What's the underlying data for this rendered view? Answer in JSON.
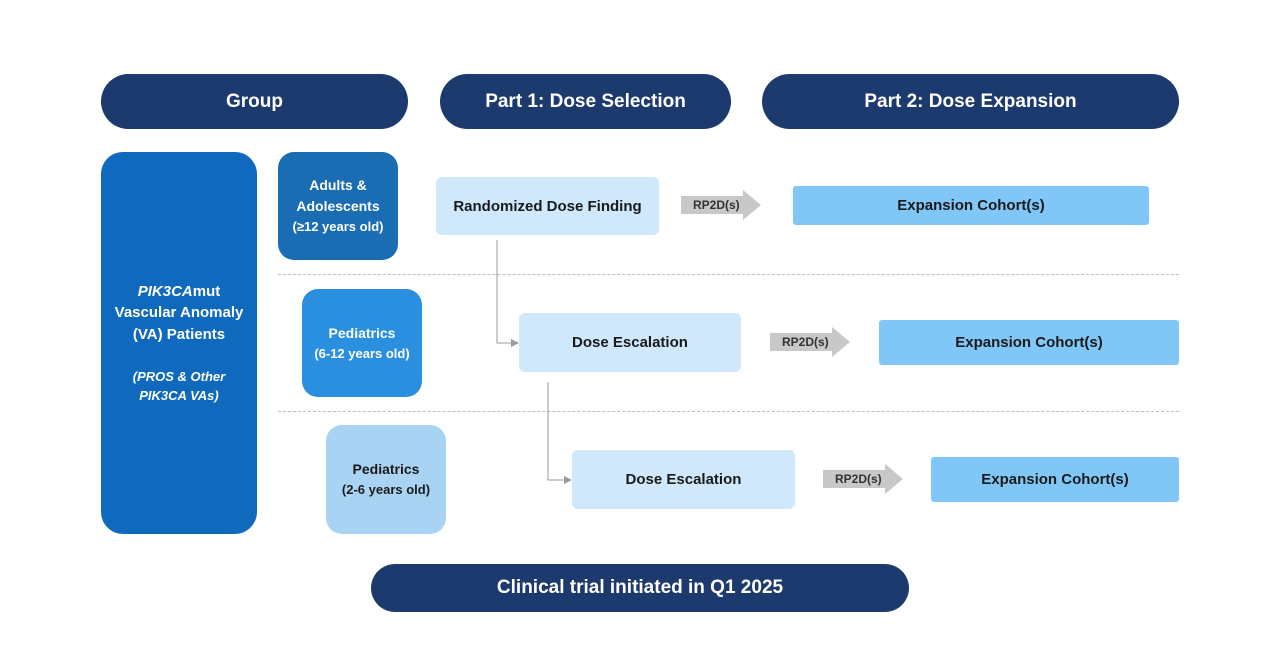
{
  "headers": {
    "group": "Group",
    "part1": "Part 1: Dose Selection",
    "part2": "Part 2: Dose Expansion"
  },
  "patients": {
    "gene_italic": "PIK3CA",
    "gene_suffix": "mut",
    "line2": "Vascular Anomaly",
    "line3": "(VA) Patients",
    "note_line1": "(PROS & Other",
    "note_line2": "PIK3CA VAs)"
  },
  "groups": [
    {
      "line1": "Adults &",
      "line2": "Adolescents",
      "age": "(≥12 years old)"
    },
    {
      "line1": "Pediatrics",
      "age": "(6-12 years old)"
    },
    {
      "line1": "Pediatrics",
      "age": "(2-6 years old)"
    }
  ],
  "steps": [
    {
      "label": "Randomized Dose Finding"
    },
    {
      "label": "Dose Escalation"
    },
    {
      "label": "Dose Escalation"
    }
  ],
  "rp2d_label": "RP2D(s)",
  "cohort_label": "Expansion Cohort(s)",
  "footer": "Clinical trial initiated in Q1 2025",
  "colors": {
    "navy": "#1d3a6e",
    "patients_blue": "#0f6abd",
    "adults_blue": "#1a6db3",
    "peds_6_12_blue": "#2a8fde",
    "peds_2_6_blue": "#a9d3f2",
    "step_fill": "#cfe8fb",
    "cohort_fill": "#80c7f7",
    "arrow_gray": "#c8c8c8"
  }
}
